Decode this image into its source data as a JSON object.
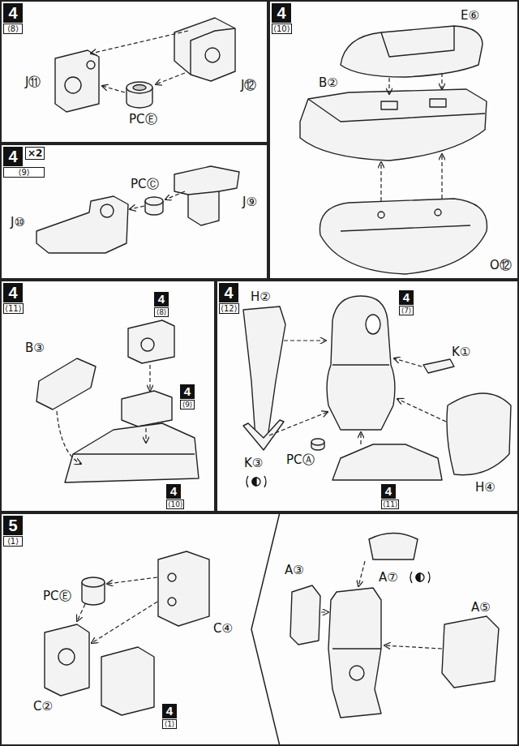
{
  "diagram": {
    "nodes": [
      {
        "text": [
          "4",
          "⟨8⟩"
        ]
      },
      {
        "text": [
          "4",
          "⟨10⟩"
        ]
      },
      {
        "text": [
          "4",
          "×2",
          "⟨9⟩"
        ]
      },
      {
        "text": [
          "4",
          "⟨11⟩"
        ]
      },
      {
        "text": [
          "4",
          "⟨8⟩"
        ],
        "in": 3
      },
      {
        "text": [
          "4",
          "⟨9⟩"
        ],
        "in": 3
      },
      {
        "text": [
          "4",
          "⟨10⟩"
        ],
        "in": 3
      },
      {
        "text": [
          "4",
          "⟨12⟩"
        ]
      },
      {
        "text": [
          "4",
          "⟨7⟩"
        ],
        "in": 7
      },
      {
        "text": [
          "4",
          "⟨11⟩"
        ],
        "in": 7
      },
      {
        "text": [
          "5",
          "⟨1⟩"
        ]
      },
      {
        "text": [
          "4",
          "⟨1⟩"
        ],
        "in": 10
      }
    ],
    "labels": [
      "J⑪",
      "PCⒺ",
      "J⑫",
      "E⑥",
      "B②",
      "O⑫",
      "PCⒸ",
      "J⑨",
      "J⑩",
      "B③",
      "H②",
      "K①",
      "K③",
      "PCⒶ",
      "H④",
      "PCⒺ",
      "C④",
      "C②",
      "A③",
      "A⑦",
      "A⑤"
    ]
  }
}
